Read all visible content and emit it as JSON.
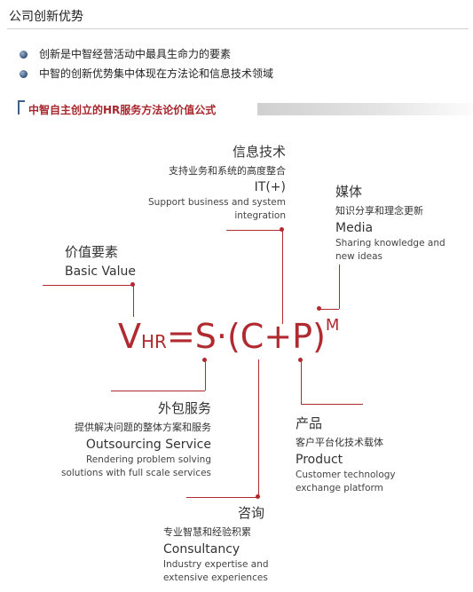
{
  "page": {
    "title": "公司创新优势"
  },
  "bullets": [
    "创新是中智经营活动中最具生命力的要素",
    "中智的创新优势集中体现在方法论和信息技术领域"
  ],
  "section": {
    "title": "中智自主创立的HR服务方法论价值公式"
  },
  "formula": {
    "v": "V",
    "sub": "HR",
    "rest": "=S·(C+P)",
    "sup": "M"
  },
  "nodes": {
    "it": {
      "cn_title": "信息技术",
      "cn_sub": "支持业务和系统的高度整合",
      "en_title": "IT(+)",
      "en_desc": "Support business and system integration"
    },
    "media": {
      "cn_title": "媒体",
      "cn_sub": "知识分享和理念更新",
      "en_title": "Media",
      "en_desc": "Sharing knowledge and new ideas"
    },
    "basic": {
      "cn_title": "价值要素",
      "en_title": "Basic Value"
    },
    "outsourcing": {
      "cn_title": "外包服务",
      "cn_sub": "提供解决问题的整体方案和服务",
      "en_title": "Outsourcing Service",
      "en_desc": "Rendering problem solving solutions with full scale services"
    },
    "product": {
      "cn_title": "产品",
      "cn_sub": "客户平台化技术载体",
      "en_title": "Product",
      "en_desc": "Customer technology exchange platform"
    },
    "consultancy": {
      "cn_title": "咨询",
      "cn_sub": "专业智慧和经验积累",
      "en_title": "Consultancy",
      "en_desc": "Industry expertise and extensive experiences"
    }
  },
  "colors": {
    "accent": "#b02a30",
    "bullet": "#34507a"
  }
}
